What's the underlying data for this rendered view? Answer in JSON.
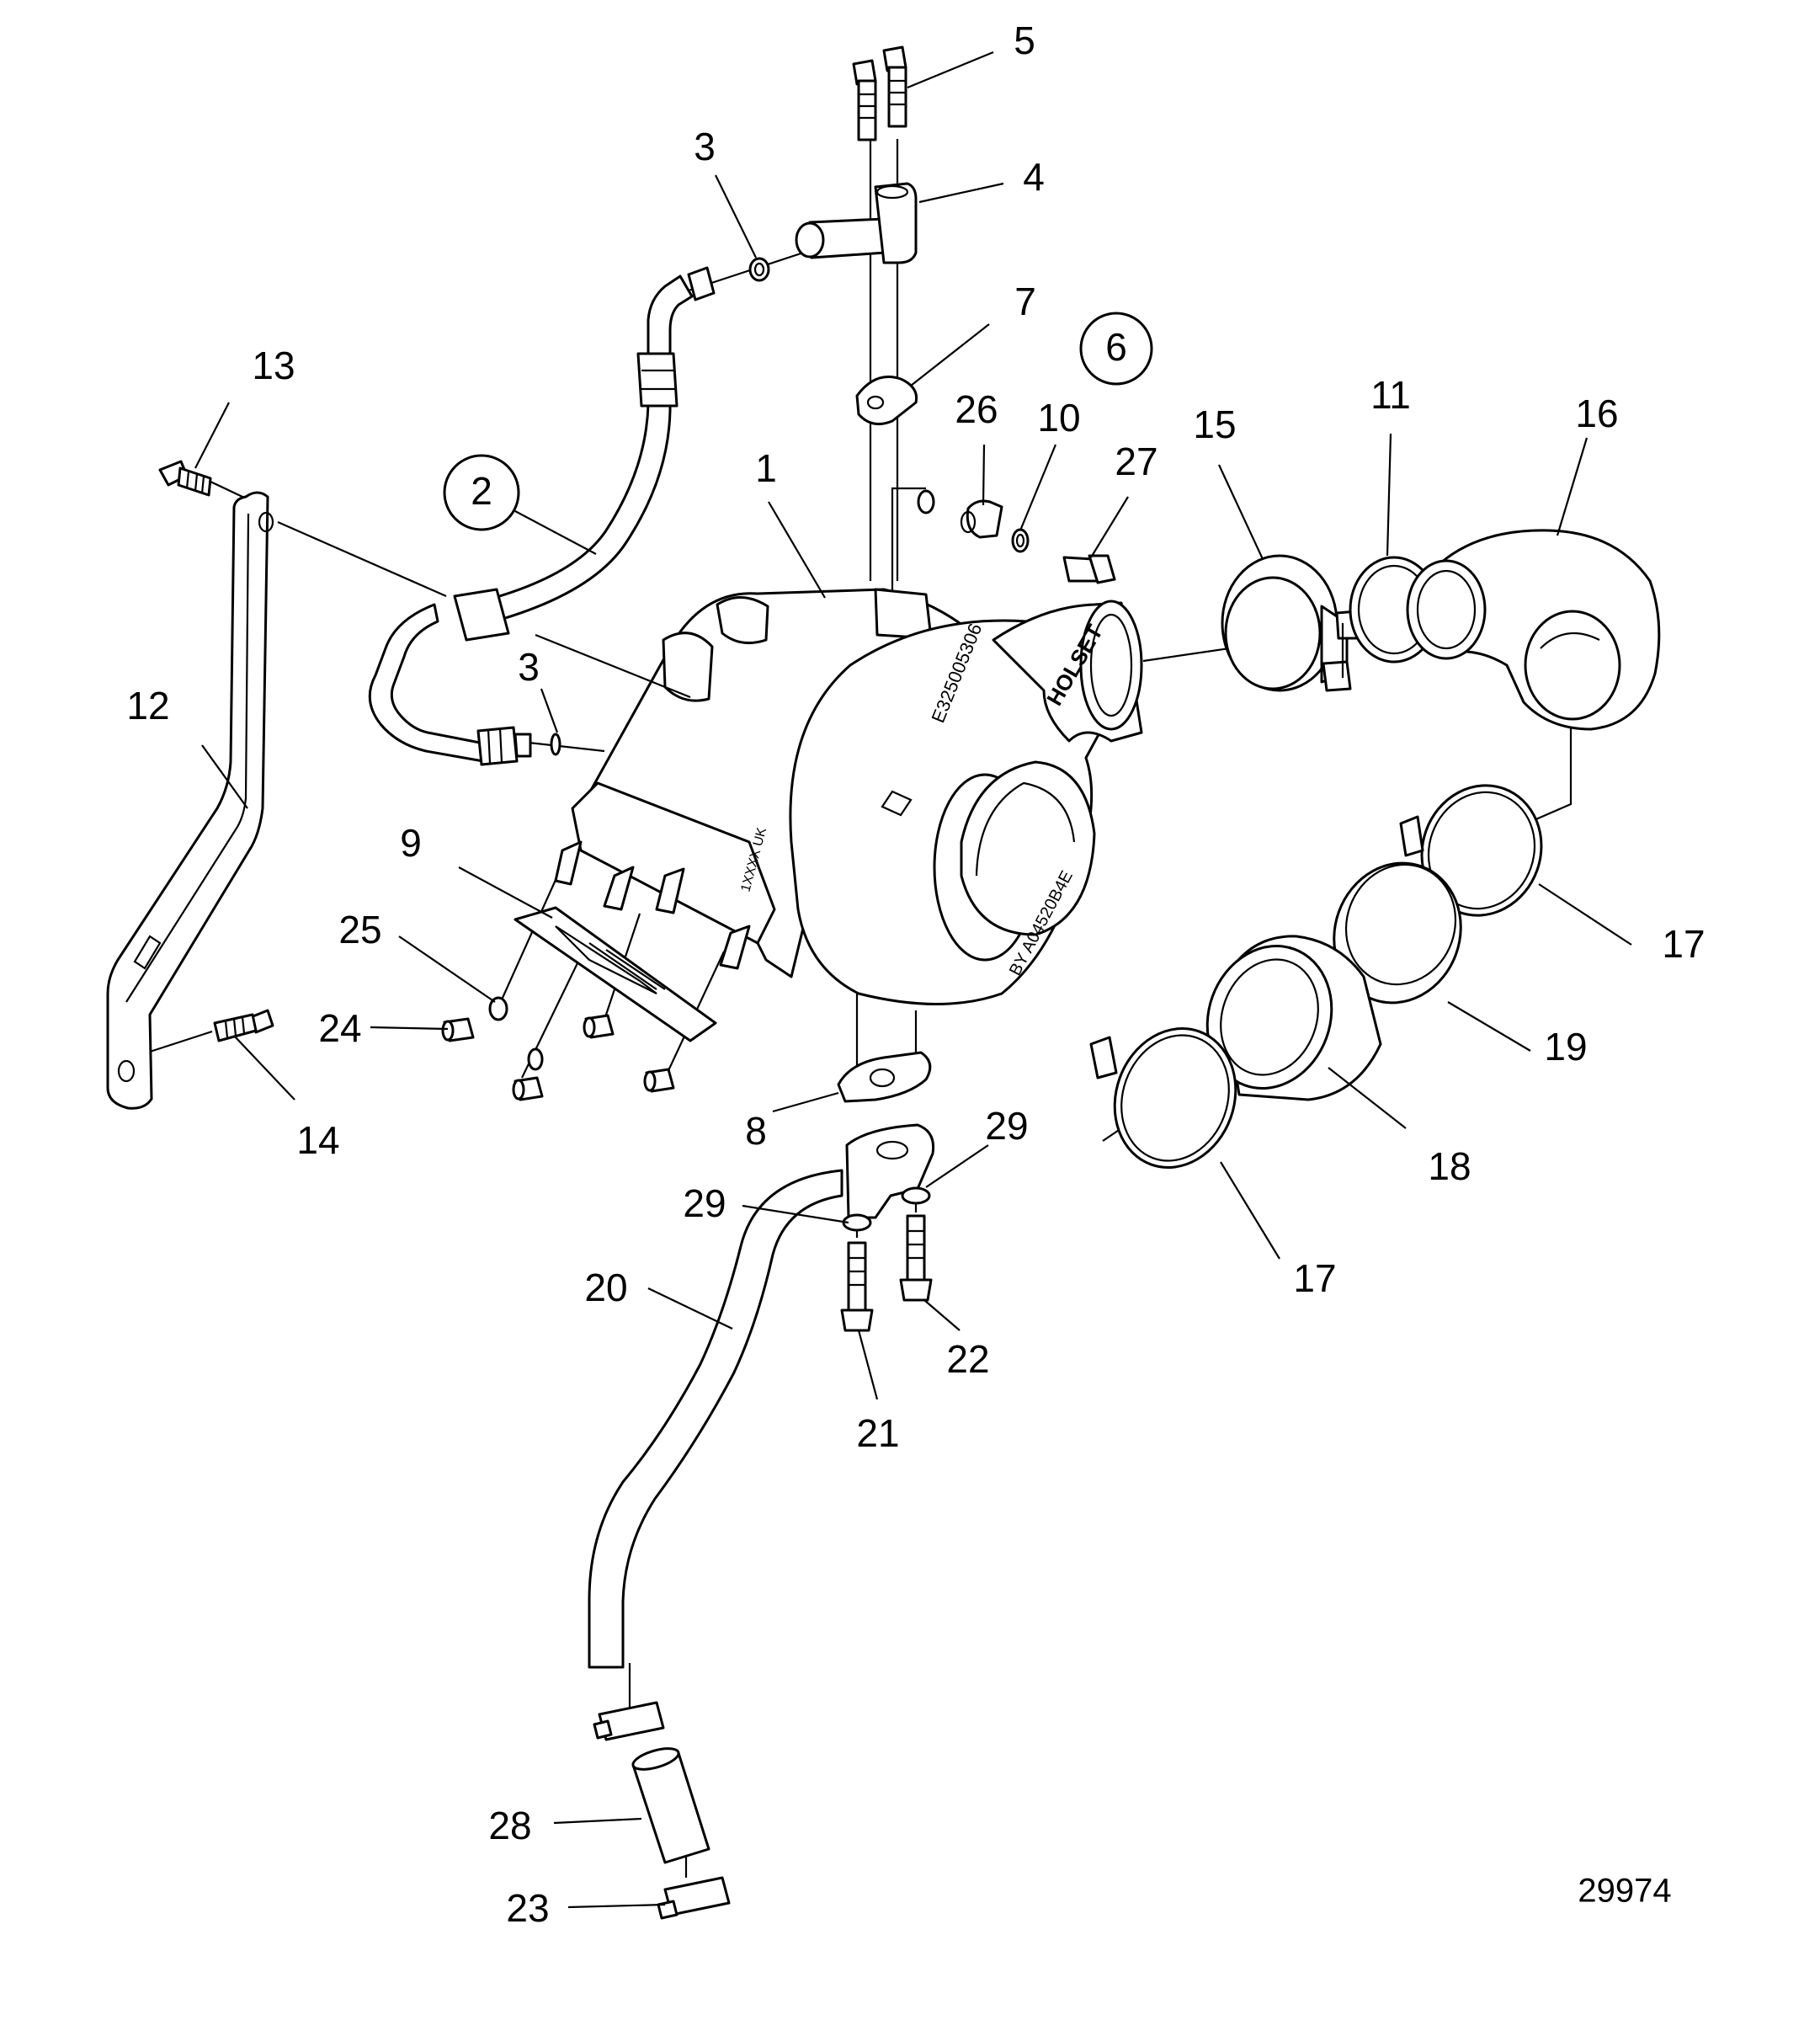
{
  "figure_number": "29974",
  "callouts": [
    {
      "id": "c1",
      "label": "1"
    },
    {
      "id": "c2",
      "label": "2",
      "circled": true
    },
    {
      "id": "c3a",
      "label": "3"
    },
    {
      "id": "c3b",
      "label": "3"
    },
    {
      "id": "c4",
      "label": "4"
    },
    {
      "id": "c5",
      "label": "5"
    },
    {
      "id": "c6",
      "label": "6",
      "circled": true
    },
    {
      "id": "c7",
      "label": "7"
    },
    {
      "id": "c8",
      "label": "8"
    },
    {
      "id": "c9",
      "label": "9"
    },
    {
      "id": "c10",
      "label": "10"
    },
    {
      "id": "c11",
      "label": "11"
    },
    {
      "id": "c12",
      "label": "12"
    },
    {
      "id": "c13",
      "label": "13"
    },
    {
      "id": "c14",
      "label": "14"
    },
    {
      "id": "c15",
      "label": "15"
    },
    {
      "id": "c16",
      "label": "16"
    },
    {
      "id": "c17a",
      "label": "17"
    },
    {
      "id": "c17b",
      "label": "17"
    },
    {
      "id": "c18",
      "label": "18"
    },
    {
      "id": "c19",
      "label": "19"
    },
    {
      "id": "c20",
      "label": "20"
    },
    {
      "id": "c21",
      "label": "21"
    },
    {
      "id": "c22",
      "label": "22"
    },
    {
      "id": "c23",
      "label": "23"
    },
    {
      "id": "c24",
      "label": "24"
    },
    {
      "id": "c25",
      "label": "25"
    },
    {
      "id": "c26",
      "label": "26"
    },
    {
      "id": "c27",
      "label": "27"
    },
    {
      "id": "c28",
      "label": "28"
    },
    {
      "id": "c29a",
      "label": "29"
    },
    {
      "id": "c29b",
      "label": "29"
    }
  ],
  "housing_markings": {
    "part_number": "E325005306",
    "brand": "HOLSET",
    "code": "BY A04520B4E",
    "small": "1XXXX UK"
  }
}
